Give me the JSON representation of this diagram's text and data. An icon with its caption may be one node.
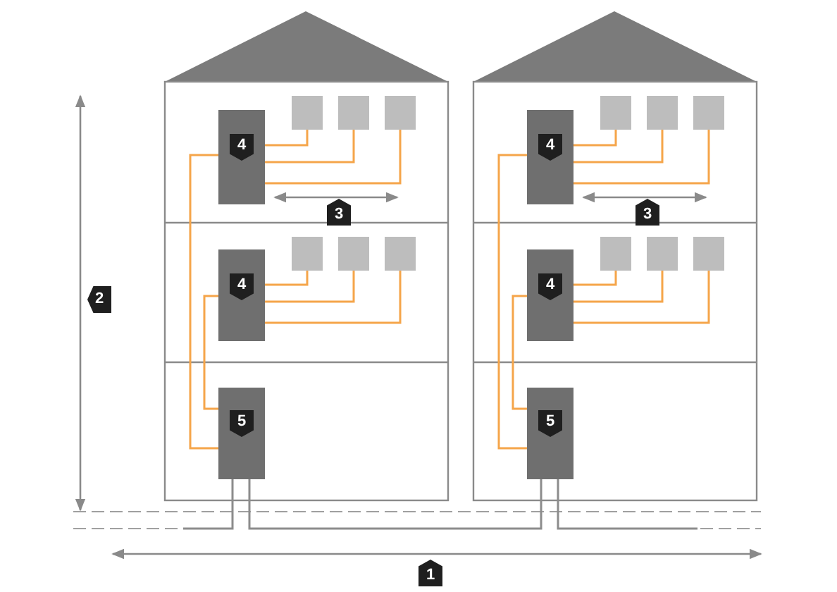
{
  "diagram": {
    "nodes": [
      {
        "text": [
          "4"
        ]
      },
      {
        "text": [],
        "shape": "box"
      },
      {
        "text": [],
        "shape": "box"
      },
      {
        "text": [],
        "shape": "box"
      },
      {
        "text": [
          "4"
        ]
      },
      {
        "text": [],
        "shape": "box"
      },
      {
        "text": [],
        "shape": "box"
      },
      {
        "text": [],
        "shape": "box"
      },
      {
        "text": [
          "5"
        ]
      },
      {
        "text": [
          "4"
        ]
      },
      {
        "text": [],
        "shape": "box"
      },
      {
        "text": [],
        "shape": "box"
      },
      {
        "text": [],
        "shape": "box"
      },
      {
        "text": [
          "4"
        ]
      },
      {
        "text": [],
        "shape": "box"
      },
      {
        "text": [],
        "shape": "box"
      },
      {
        "text": [],
        "shape": "box"
      },
      {
        "text": [
          "5"
        ]
      }
    ],
    "edges": [
      {
        "from": 0,
        "to": 1,
        "arrow": "none"
      },
      {
        "from": 0,
        "to": 2,
        "arrow": "none"
      },
      {
        "from": 0,
        "to": 3,
        "arrow": "none"
      },
      {
        "from": 4,
        "to": 5,
        "arrow": "none"
      },
      {
        "from": 4,
        "to": 6,
        "arrow": "none"
      },
      {
        "from": 4,
        "to": 7,
        "arrow": "none"
      },
      {
        "from": 0,
        "to": 8,
        "arrow": "none"
      },
      {
        "from": 4,
        "to": 8,
        "arrow": "none"
      },
      {
        "from": 9,
        "to": 10,
        "arrow": "none"
      },
      {
        "from": 9,
        "to": 11,
        "arrow": "none"
      },
      {
        "from": 9,
        "to": 12,
        "arrow": "none"
      },
      {
        "from": 13,
        "to": 14,
        "arrow": "none"
      },
      {
        "from": 13,
        "to": 15,
        "arrow": "none"
      },
      {
        "from": 13,
        "to": 16,
        "arrow": "none"
      },
      {
        "from": 9,
        "to": 17,
        "arrow": "none"
      },
      {
        "from": 13,
        "to": 17,
        "arrow": "none"
      },
      {
        "from": 8,
        "to": 17,
        "arrow": "none",
        "color": "#8c8c8c"
      },
      {
        "from": 8,
        "to": null,
        "arrow": "none",
        "color": "#8c8c8c"
      },
      {
        "from": 17,
        "to": null,
        "arrow": "none",
        "color": "#8c8c8c"
      }
    ],
    "labels": [
      "3",
      "3",
      "2",
      "1"
    ]
  }
}
